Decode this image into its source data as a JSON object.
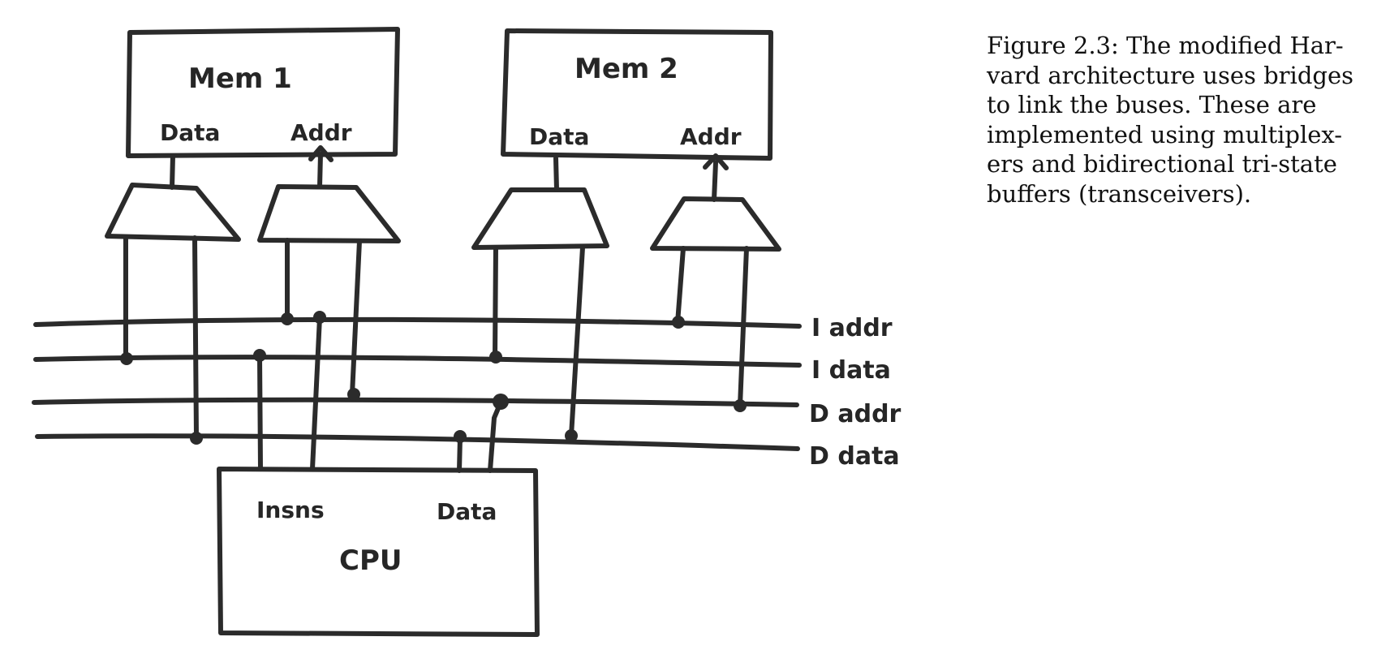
{
  "figure": {
    "caption_lines": [
      "Figure 2.3: The modified Har-",
      "vard architecture uses bridges",
      "to link the buses. These are",
      "implemented using multiplex-",
      "ers and bidirectional tri-state",
      "buffers (transceivers)."
    ]
  },
  "diagram": {
    "mem1": {
      "title": "Mem 1",
      "port_data": "Data",
      "port_addr": "Addr"
    },
    "mem2": {
      "title": "Mem 2",
      "port_data": "Data",
      "port_addr": "Addr"
    },
    "cpu": {
      "title": "CPU",
      "port_insns": "Insns",
      "port_data": "Data"
    },
    "buses": [
      "I addr",
      "I data",
      "D addr",
      "D data"
    ]
  }
}
